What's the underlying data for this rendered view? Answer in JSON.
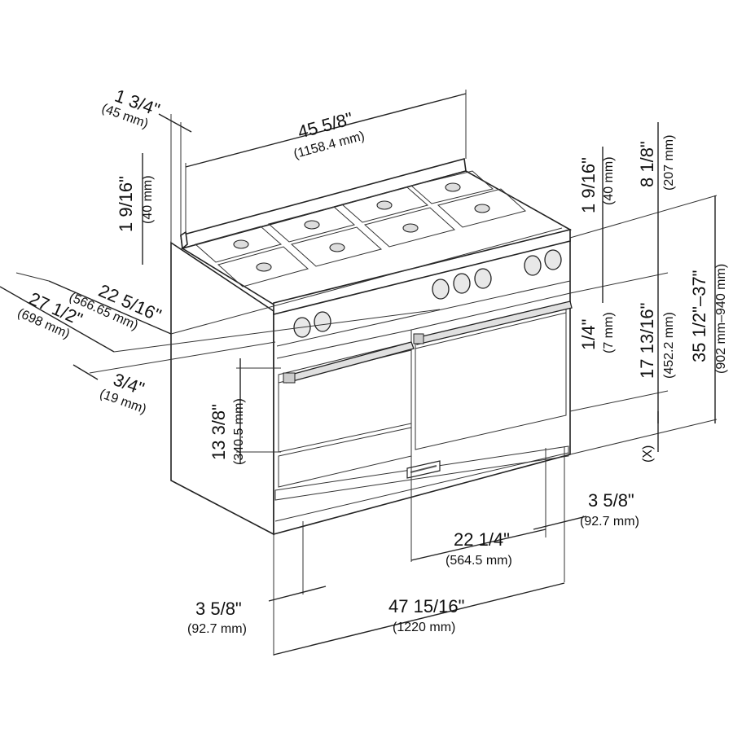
{
  "dimensions": {
    "top_overhang": {
      "imperial": "1 3/4\"",
      "metric": "(45 mm)"
    },
    "width_top": {
      "imperial": "45 5/8\"",
      "metric": "(1158.4 mm)"
    },
    "backguard_left": {
      "imperial": "1 9/16\"",
      "metric": "(40 mm)"
    },
    "backguard_right": {
      "imperial": "1 9/16\"",
      "metric": "(40 mm)"
    },
    "backguard_total": {
      "imperial": "8 1/8\"",
      "metric": "(207 mm)"
    },
    "depth_body": {
      "imperial": "22 5/16\"",
      "metric": "(566.65 mm)"
    },
    "depth_total": {
      "imperial": "27 1/2\"",
      "metric": "(698 mm)"
    },
    "toe_kick": {
      "imperial": "3/4\"",
      "metric": "(19 mm)"
    },
    "gap": {
      "imperial": "1/4\"",
      "metric": "(7 mm)"
    },
    "oven_height": {
      "imperial": "17 13/16\"",
      "metric": "(452.2 mm)"
    },
    "total_height": {
      "imperial": "35 1/2\"–37\"",
      "metric": "(902 mm–940 mm)"
    },
    "leg_adjust": {
      "label": "(X)"
    },
    "small_oven_height": {
      "imperial": "13 3/8\"",
      "metric": "(340.5 mm)"
    },
    "right_inset": {
      "imperial": "3 5/8\"",
      "metric": "(92.7 mm)"
    },
    "door_width": {
      "imperial": "22 1/4\"",
      "metric": "(564.5 mm)"
    },
    "left_inset": {
      "imperial": "3 5/8\"",
      "metric": "(92.7 mm)"
    },
    "overall_width": {
      "imperial": "47 15/16\"",
      "metric": "(1220 mm)"
    }
  },
  "icons": [
    "burner-grate-icon",
    "control-knob-icon",
    "oven-handle-icon",
    "brand-badge-icon"
  ]
}
